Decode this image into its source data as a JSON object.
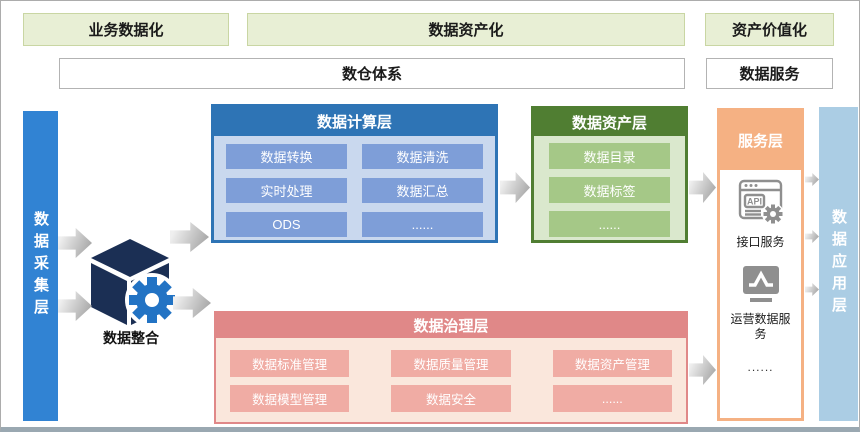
{
  "banners": {
    "business": "业务数据化",
    "asset": "数据资产化",
    "value": "资产价值化",
    "warehouse": "数仓体系",
    "service": "数据服务"
  },
  "left_bar": {
    "label": "数据采集层"
  },
  "right_bar": {
    "label": "数据应用层"
  },
  "integration": {
    "label": "数据整合"
  },
  "compute_layer": {
    "title": "数据计算层",
    "items": [
      "数据转换",
      "数据清洗",
      "实时处理",
      "数据汇总",
      "ODS",
      "......"
    ]
  },
  "asset_layer": {
    "title": "数据资产层",
    "items": [
      "数据目录",
      "数据标签",
      "......"
    ]
  },
  "governance_layer": {
    "title": "数据治理层",
    "items": [
      "数据标准管理",
      "数据质量管理",
      "数据资产管理",
      "数据模型管理",
      "数据安全",
      "......"
    ]
  },
  "service_layer": {
    "title": "服务层",
    "api_icon_text": "API",
    "api_label": "接口服务",
    "ops_label": "运营数据服务",
    "more": "......"
  },
  "colors": {
    "left_bar_blue": "#3183d3",
    "right_bar_blue": "#abcde4",
    "compute_blue": "#2e74b5",
    "compute_item_blue": "#7e9ed8",
    "asset_green": "#507e32",
    "asset_item_green": "#a5c887",
    "governance_red": "#e08888",
    "governance_item": "#f0aca4",
    "service_orange": "#f5b183",
    "banner_green": "#e8efd5"
  }
}
